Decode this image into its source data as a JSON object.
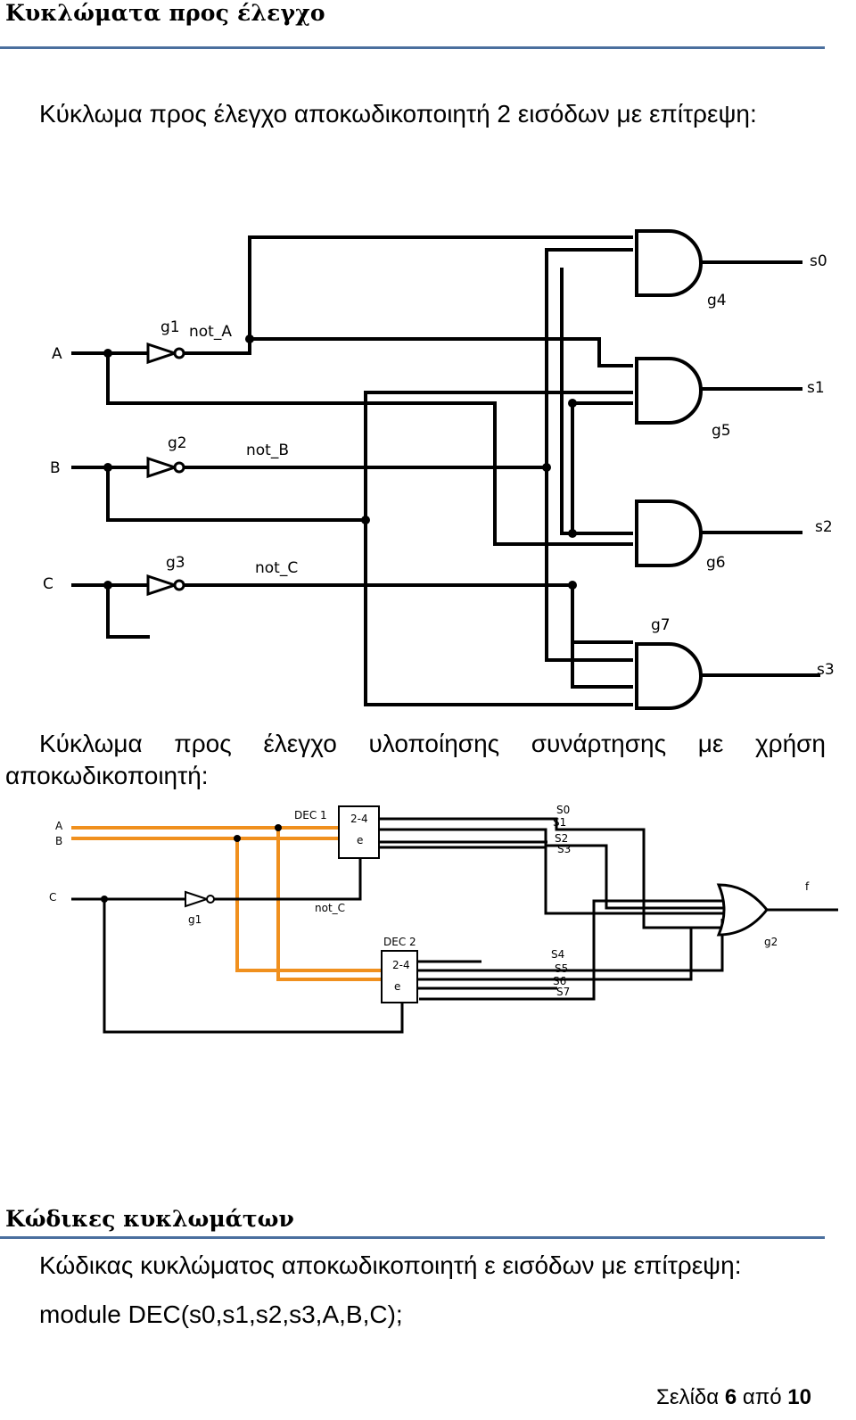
{
  "heading1": "Κυκλώματα προς έλεγχο",
  "caption1": "Κύκλωμα προς έλεγχο αποκωδικοποιητή 2 εισόδων με επίτρεψη:",
  "caption2_line1": "Κύκλωμα προς έλεγχο υλοποίησης συνάρτησης με χρήση",
  "caption2_line2": "αποκωδικοποιητή:",
  "heading2": "Κώδικες κυκλωμάτων",
  "code_caption": "Κώδικας κυκλώματος αποκωδικοποιητή ε εισόδων με επίτρεψη:",
  "code_line": "module DEC(s0,s1,s2,s3,A,B,C);",
  "footer": {
    "prefix": "Σελίδα",
    "page": "6",
    "mid": "από",
    "total": "10"
  },
  "diagram1": {
    "inputs": [
      "A",
      "B",
      "C"
    ],
    "gates": [
      "g1",
      "g2",
      "g3",
      "g4",
      "g5",
      "g6",
      "g7"
    ],
    "nets": [
      "not_A",
      "not_B",
      "not_C"
    ],
    "outputs": [
      "s0",
      "s1",
      "s2",
      "s3"
    ]
  },
  "diagram2": {
    "inputs": [
      "A",
      "B",
      "C"
    ],
    "dec1": {
      "name": "DEC 1",
      "type": "2-4",
      "enable": "e"
    },
    "dec2": {
      "name": "DEC 2",
      "type": "2-4",
      "enable": "e"
    },
    "inverter": "g1",
    "net": "not_C",
    "outputs_dec1": [
      "S0",
      "S1",
      "S2",
      "S3"
    ],
    "outputs_dec2": [
      "S4",
      "S5",
      "S6",
      "S7"
    ],
    "or_gate": "g2",
    "output": "f",
    "bus_color": "#f0901e"
  }
}
